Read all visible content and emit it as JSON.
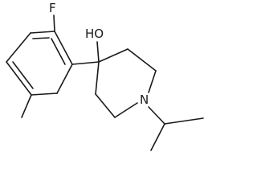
{
  "molecule": {
    "atoms": {
      "fluorine": "F",
      "hydroxyl": "HO",
      "nitrogen": "N"
    }
  }
}
